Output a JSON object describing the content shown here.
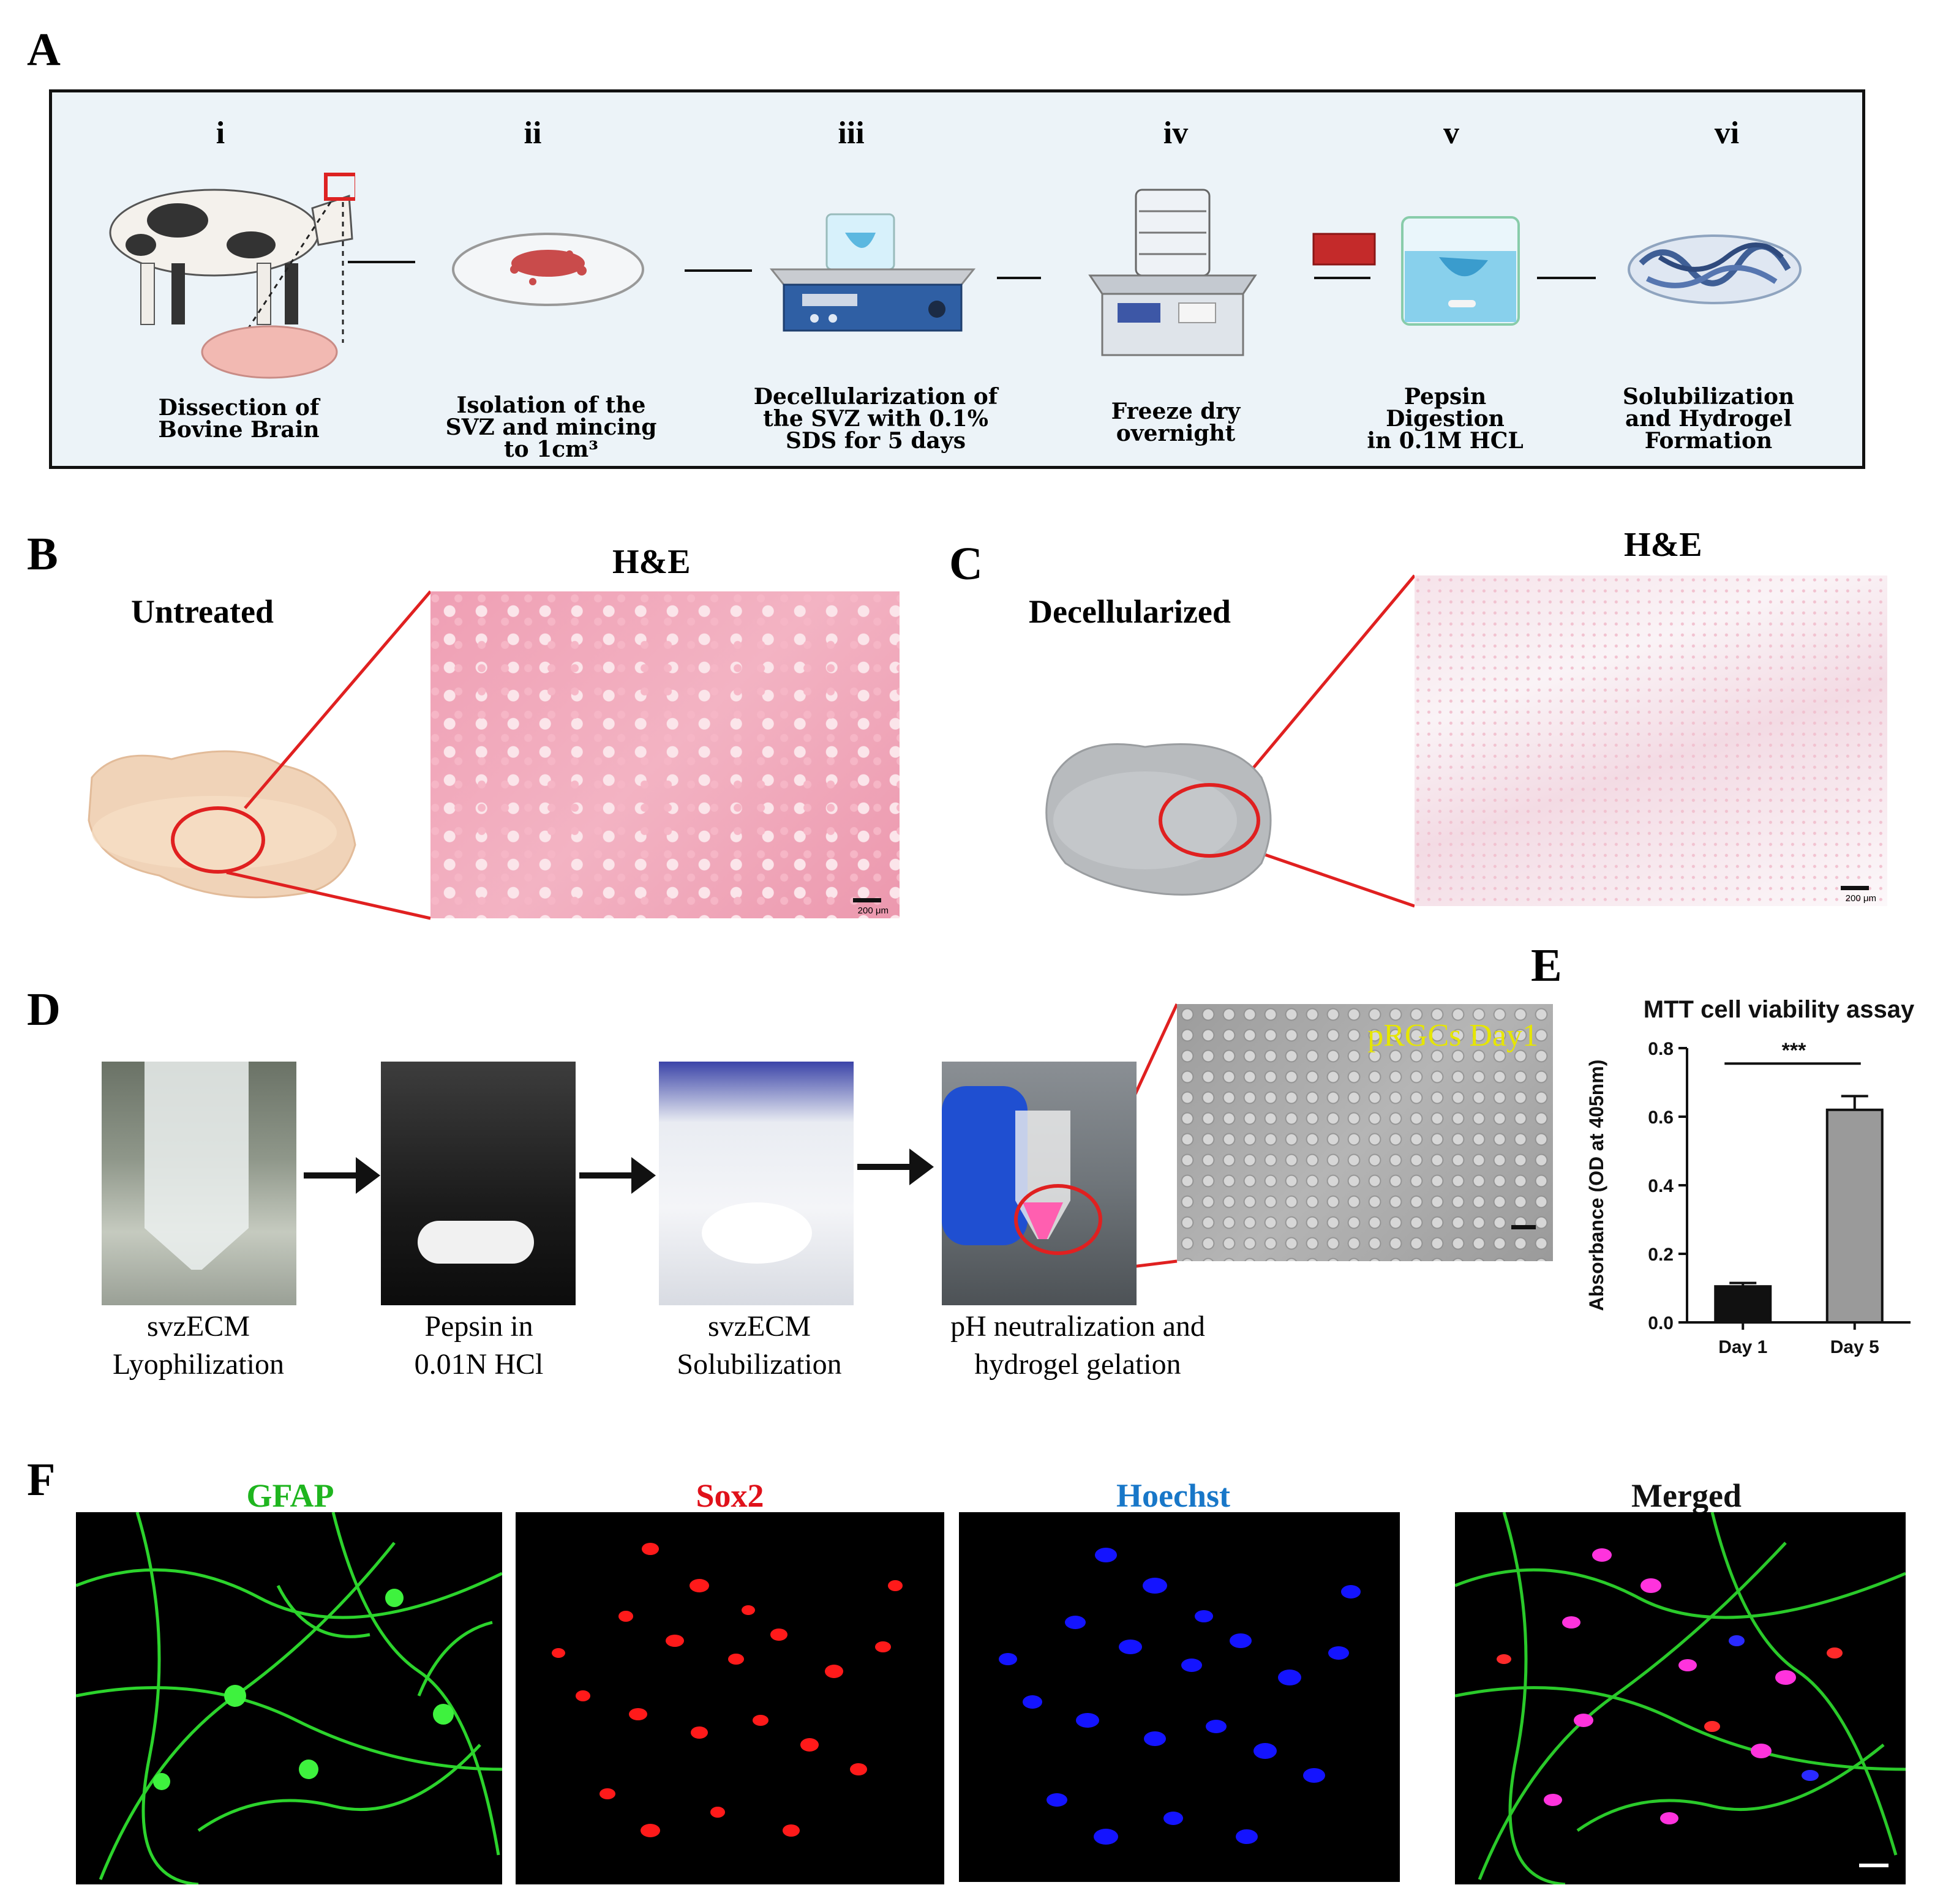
{
  "panels": {
    "A": {
      "letter": "A",
      "steps": [
        {
          "numeral": "i",
          "caption": "Dissection of\nBovine Brain"
        },
        {
          "numeral": "ii",
          "caption": "Isolation of the\nSVZ and mincing\nto 1cm³"
        },
        {
          "numeral": "iii",
          "caption": "Decellularization of\nthe SVZ with 0.1%\nSDS for 5 days"
        },
        {
          "numeral": "iv",
          "caption": "Freeze dry\novernight"
        },
        {
          "numeral": "v",
          "caption": "Pepsin\nDigestion\nin 0.1M HCL"
        },
        {
          "numeral": "vi",
          "caption": "Solubilization\nand Hydrogel\nFormation"
        }
      ]
    },
    "B": {
      "letter": "B",
      "label": "Untreated",
      "stain": "H&E",
      "scale_bar": "200 μm"
    },
    "C": {
      "letter": "C",
      "label": "Decellularized",
      "stain": "H&E",
      "scale_bar": "200 μm"
    },
    "D": {
      "letter": "D",
      "steps": [
        {
          "caption": "svzECM\nLyophilization"
        },
        {
          "caption": "Pepsin in\n0.01N HCl"
        },
        {
          "caption": "svzECM\nSolubilization"
        },
        {
          "caption": "pH neutralization and\nhydrogel gelation"
        }
      ],
      "micrograph_label": "pRGCs Day1"
    },
    "E": {
      "letter": "E"
    },
    "F": {
      "letter": "F",
      "channels": [
        {
          "name": "GFAP",
          "color": "#1fb51f"
        },
        {
          "name": "Sox2",
          "color": "#e0111a"
        },
        {
          "name": "Hoechst",
          "color": "#1877c8"
        },
        {
          "name": "Merged",
          "color": "#111111"
        }
      ]
    }
  },
  "chart_data": {
    "type": "bar",
    "title": "MTT cell viability assay",
    "ylabel": "Absorbance (OD at 405nm)",
    "xlabel": "",
    "categories": [
      "Day 1",
      "Day 5"
    ],
    "values": [
      0.105,
      0.62
    ],
    "errors": [
      0.01,
      0.04
    ],
    "bar_colors": [
      "#111111",
      "#9a9a9a"
    ],
    "ylim": [
      0,
      0.8
    ],
    "yticks": [
      "0.0",
      "0.2",
      "0.4",
      "0.6",
      "0.8"
    ],
    "significance": "***"
  }
}
